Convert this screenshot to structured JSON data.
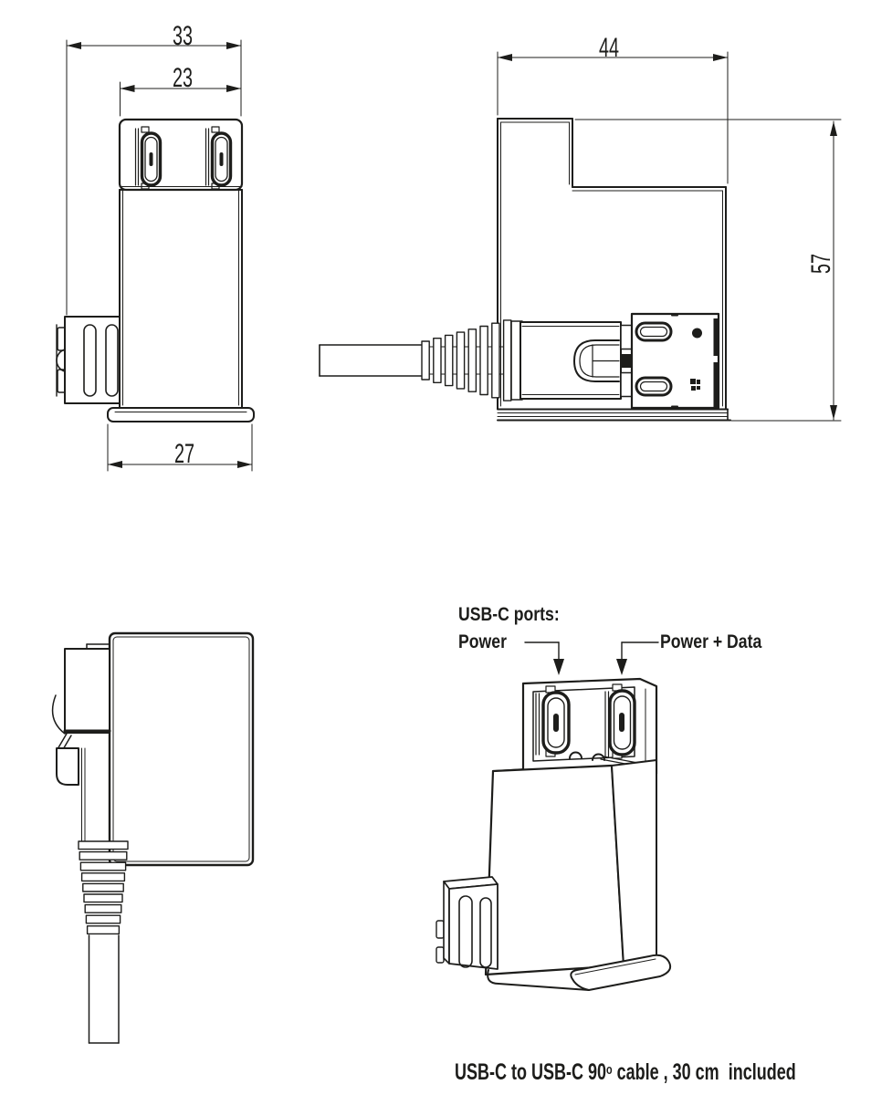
{
  "colors": {
    "line": "#1d1d1b",
    "background": "#ffffff"
  },
  "drawing": {
    "front_view": {
      "dim_overall_width": "33",
      "dim_body_width": "23",
      "dim_flange_width": "27"
    },
    "side_view": {
      "dim_depth": "44",
      "dim_height": "57"
    },
    "iso_view": {
      "ports_title": "USB-C ports:",
      "left_port_label": "Power",
      "right_port_label": "Power + Data"
    },
    "caption": {
      "text_before_sup": "USB-C to USB-C 90",
      "sup": "o",
      "text_after_sup": " cable , 30 cm  included"
    }
  }
}
